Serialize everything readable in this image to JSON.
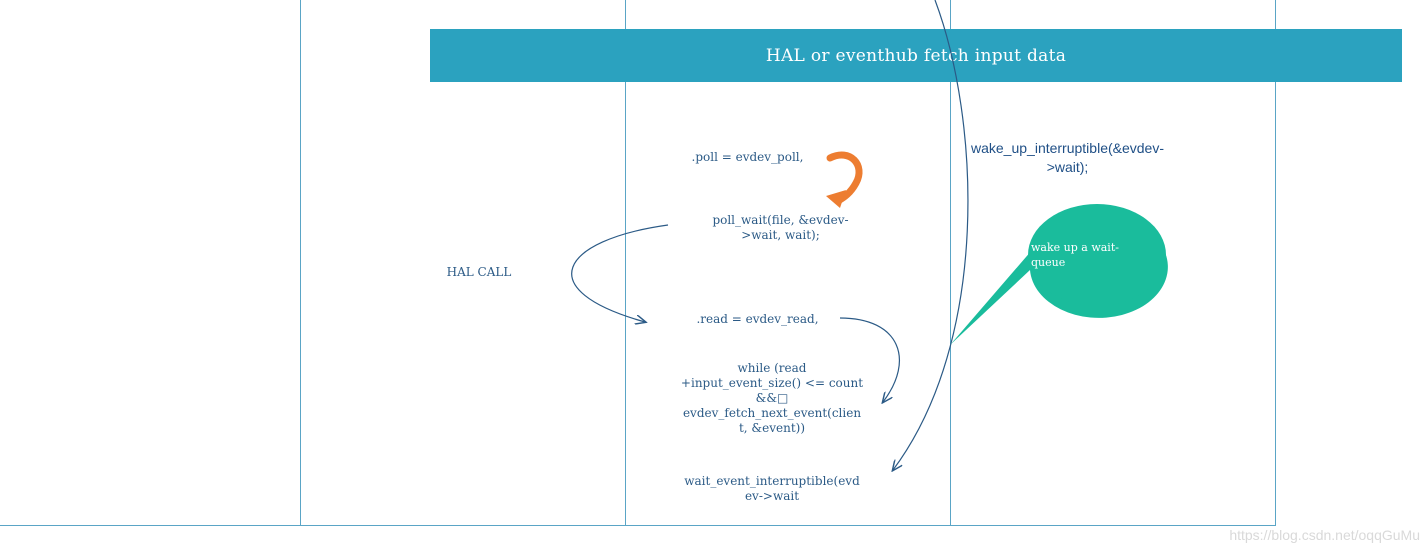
{
  "banner": {
    "title": "HAL or eventhub fetch input data"
  },
  "labels": {
    "hal_call": "HAL CALL",
    "poll": ".poll = evdev_poll,",
    "poll_wait": "poll_wait(file, &evdev-\n>wait, wait);",
    "read": ".read = evdev_read,",
    "while_loop": "while (read\n+input_event_size() <= count\n&&□\nevdev_fetch_next_event(clien\nt, &event))",
    "wait_event": "wait_event_interruptible(evd\nev->wait",
    "wake_up": "wake_up_interruptible(&evdev-\n>wait);",
    "bubble": "wake up a wait-\nqueue"
  },
  "watermark": "https://blog.csdn.net/oqqGuMu",
  "colors": {
    "lane": "#5aa5c6",
    "banner": "#2ba2bf",
    "arrow": "#2b5a86",
    "orange_arrow": "#ed7d31",
    "bubble": "#1abc9c"
  }
}
